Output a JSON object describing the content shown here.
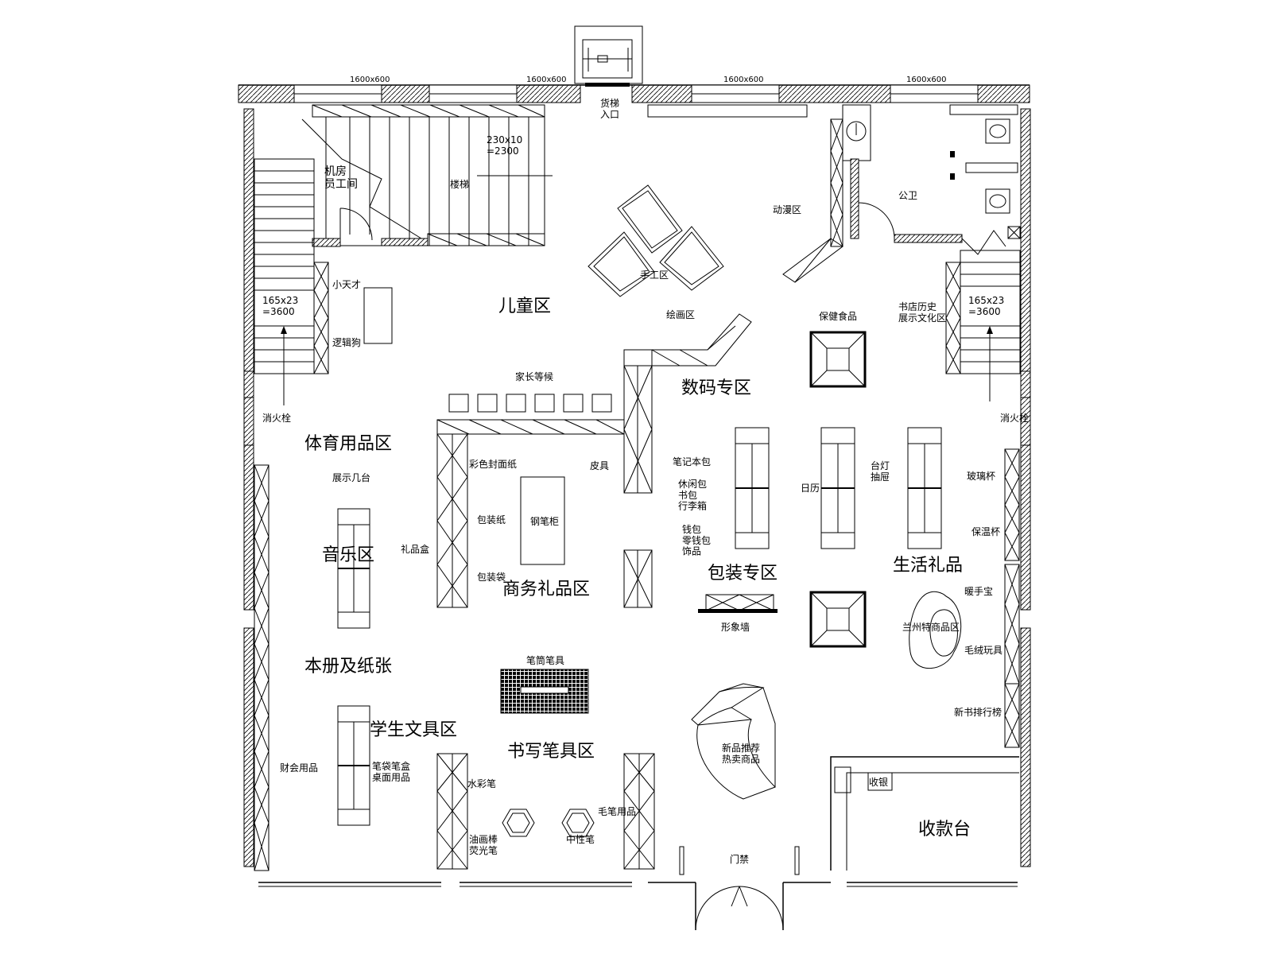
{
  "dimensions": {
    "d1": "1600x600",
    "d2": "1600x600",
    "d3": "1600x600",
    "d4": "1600x600",
    "stair_main": "230x10\n=2300",
    "stair_left": "165x23\n=3600",
    "stair_right": "165x23\n=3600"
  },
  "zones": {
    "children": "儿童区",
    "digital": "数码专区",
    "sports": "体育用品区",
    "music": "音乐区",
    "business_gifts": "商务礼品区",
    "packaging": "包装专区",
    "life_gifts": "生活礼品",
    "notebooks": "本册及纸张",
    "student_stationery": "学生文具区",
    "writing_tools": "书写笔具区",
    "cashier": "收款台"
  },
  "labels": {
    "freight_elevator": "货梯\n入口",
    "machine_room": "机房\n员工间",
    "stairs": "楼梯",
    "craft_area": "手工区",
    "drawing_area": "绘画区",
    "magic_area": "动漫区",
    "restroom": "公卫",
    "small_talent": "小天才",
    "logic_dog": "逻辑狗",
    "parent_wait": "家长等候",
    "health_food": "保健食品",
    "history_culture": "书店历史\n展示文化区",
    "fire_hydrant_l": "消火栓",
    "fire_hydrant_r": "消火栓",
    "color_cover": "彩色封面纸",
    "leather": "皮具",
    "display_stand": "展示几台",
    "pack_paper": "包装纸",
    "gift_box": "礼品盒",
    "pen_cabinet": "钢笔柜",
    "pack_bag": "包装袋",
    "laptop_bag": "笔记本包",
    "leisure_bag": "休闲包\n书包\n行李箱",
    "wallet": "钱包\n零钱包\n饰品",
    "calendar": "日历",
    "desk_lamp": "台灯\n抽屉",
    "glass_cup": "玻璃杯",
    "thermos": "保温杯",
    "warm_hand": "暖手宝",
    "wool_toys": "毛绒玩具",
    "lanzhou_goods": "兰州特商品区",
    "new_books": "新书排行榜",
    "image_display": "形象墙",
    "pen_tools": "笔筒笔具",
    "finance_supplies": "财会用品",
    "pencil_case": "笔袋笔盒\n桌面用品",
    "watercolor": "水彩笔",
    "oil_paint": "油画棒\n荧光笔",
    "gel_pen": "中性笔",
    "brush_supplies": "毛笔用品",
    "promo": "新品推荐\n热卖商品",
    "cash_register": "收银",
    "door_screen": "门禁"
  }
}
